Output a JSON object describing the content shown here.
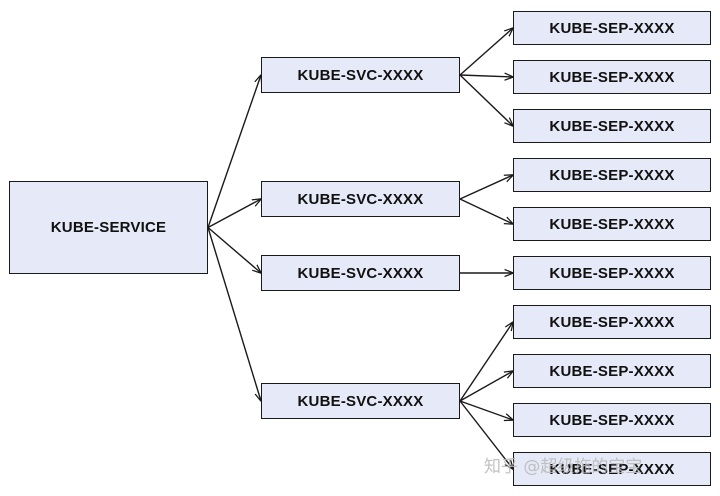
{
  "colors": {
    "box_fill": "#e6e9f7",
    "border": "#1a1a1a",
    "arrow": "#1a1a1a"
  },
  "root": {
    "label": "KUBE-SERVICE"
  },
  "svcs": [
    {
      "label": "KUBE-SVC-XXXX"
    },
    {
      "label": "KUBE-SVC-XXXX"
    },
    {
      "label": "KUBE-SVC-XXXX"
    },
    {
      "label": "KUBE-SVC-XXXX"
    }
  ],
  "seps": [
    {
      "label": "KUBE-SEP-XXXX",
      "parent": 0
    },
    {
      "label": "KUBE-SEP-XXXX",
      "parent": 0
    },
    {
      "label": "KUBE-SEP-XXXX",
      "parent": 0
    },
    {
      "label": "KUBE-SEP-XXXX",
      "parent": 1
    },
    {
      "label": "KUBE-SEP-XXXX",
      "parent": 1
    },
    {
      "label": "KUBE-SEP-XXXX",
      "parent": 2
    },
    {
      "label": "KUBE-SEP-XXXX",
      "parent": 3
    },
    {
      "label": "KUBE-SEP-XXXX",
      "parent": 3
    },
    {
      "label": "KUBE-SEP-XXXX",
      "parent": 3
    },
    {
      "label": "KUBE-SEP-XXXX",
      "parent": 3
    }
  ],
  "watermark": "知乎 @超级拖的宝宝"
}
